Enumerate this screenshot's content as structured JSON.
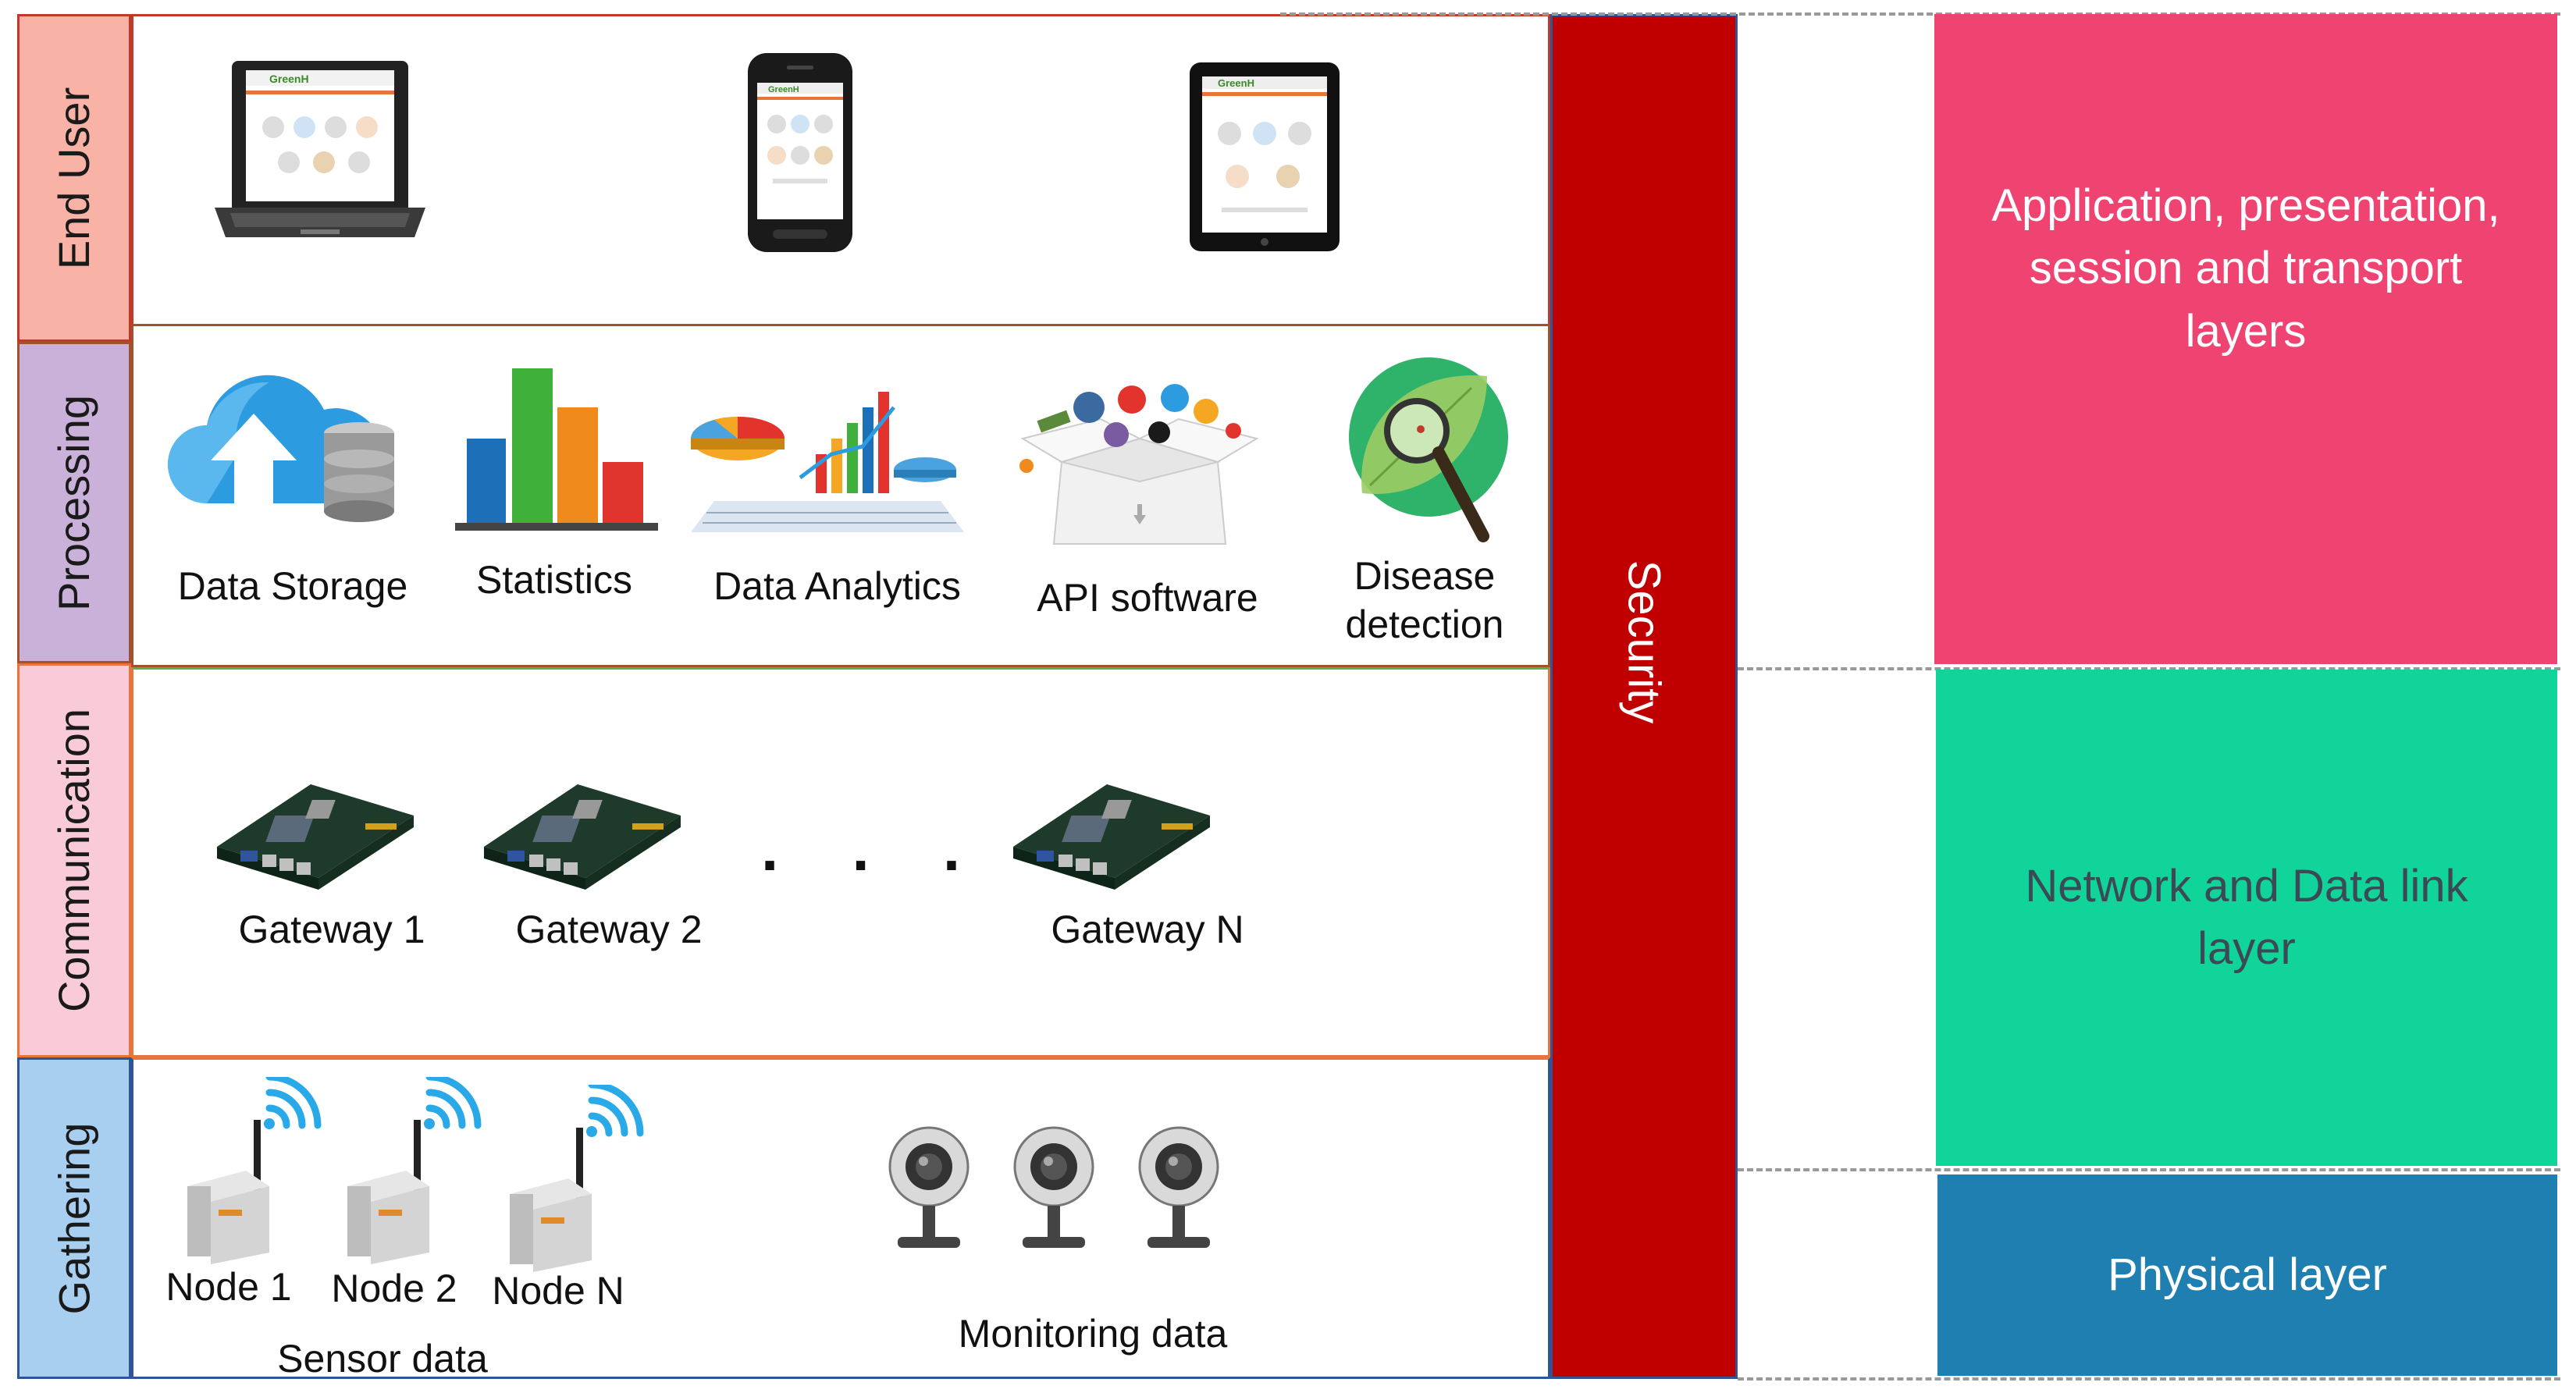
{
  "layers": {
    "end_user": {
      "label": "End User",
      "color": "#F8B2A6",
      "border": "#C0392B"
    },
    "processing": {
      "label": "Processing",
      "color": "#C9B1D9",
      "border": "#A0522D",
      "items": [
        "Data Storage",
        "Statistics",
        "Data Analytics",
        "API software",
        "Disease detection"
      ]
    },
    "communication": {
      "label": "Communication",
      "color": "#F9CBD9",
      "border": "#E8743B",
      "gateways": [
        "Gateway 1",
        "Gateway 2",
        "Gateway N"
      ],
      "ellipsis": ". . ."
    },
    "gathering": {
      "label": "Gathering",
      "color": "#A9CFF0",
      "border": "#2F5597",
      "nodes": [
        "Node 1",
        "Node 2",
        "Node N"
      ],
      "sensor_caption": "Sensor data",
      "monitoring_caption": "Monitoring data"
    }
  },
  "security": {
    "label": "Security",
    "color": "#C00000"
  },
  "osi": [
    {
      "label": "Application, presentation, session and transport layers",
      "color": "#EF4472",
      "text_color": "#ffffff"
    },
    {
      "label": "Network and Data link layer",
      "color": "#11D49B",
      "text_color": "#3b4a55"
    },
    {
      "label": "Physical layer",
      "color": "#1F7FB0",
      "text_color": "#ffffff"
    }
  ],
  "screen": {
    "brand": "GreenH",
    "accent": "#E8743B"
  },
  "icons": [
    "laptop-icon",
    "smartphone-icon",
    "tablet-icon",
    "cloud-storage-icon",
    "bar-chart-icon",
    "analytics-icon",
    "api-box-icon",
    "magnifier-leaf-icon",
    "gateway-board-icon",
    "sensor-node-icon",
    "wifi-icon",
    "webcam-icon"
  ]
}
